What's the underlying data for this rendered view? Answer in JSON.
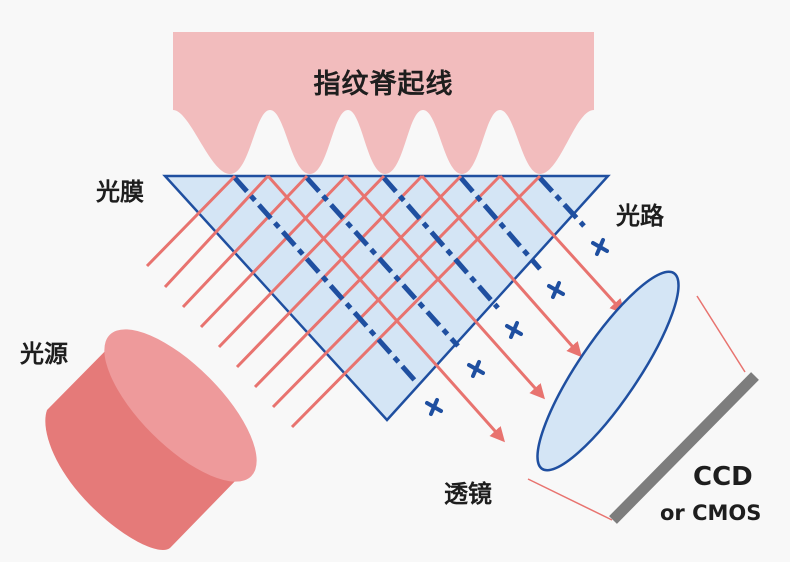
{
  "labels": {
    "ridge": "指纹脊起线",
    "film": "光膜",
    "light_path": "光路",
    "light_source": "光源",
    "lens": "透镜",
    "sensor_line1": "CCD",
    "sensor_line2": "or CMOS"
  },
  "colors": {
    "finger": "#f2bcbd",
    "prism_fill": "#d4e5f5",
    "prism_stroke": "#1f4fa0",
    "ray": "#e8736f",
    "scatter": "#1f4fa0",
    "source_body": "#e57a79",
    "source_face": "#ee9a9b",
    "lens_fill": "#d4e5f5",
    "sensor": "#7d7d7d",
    "background": "#f8f8f8"
  },
  "diagram": {
    "ridge_count": 5,
    "incident_rays": 9,
    "reflected_rays": 4,
    "scattered_rays": 5
  }
}
